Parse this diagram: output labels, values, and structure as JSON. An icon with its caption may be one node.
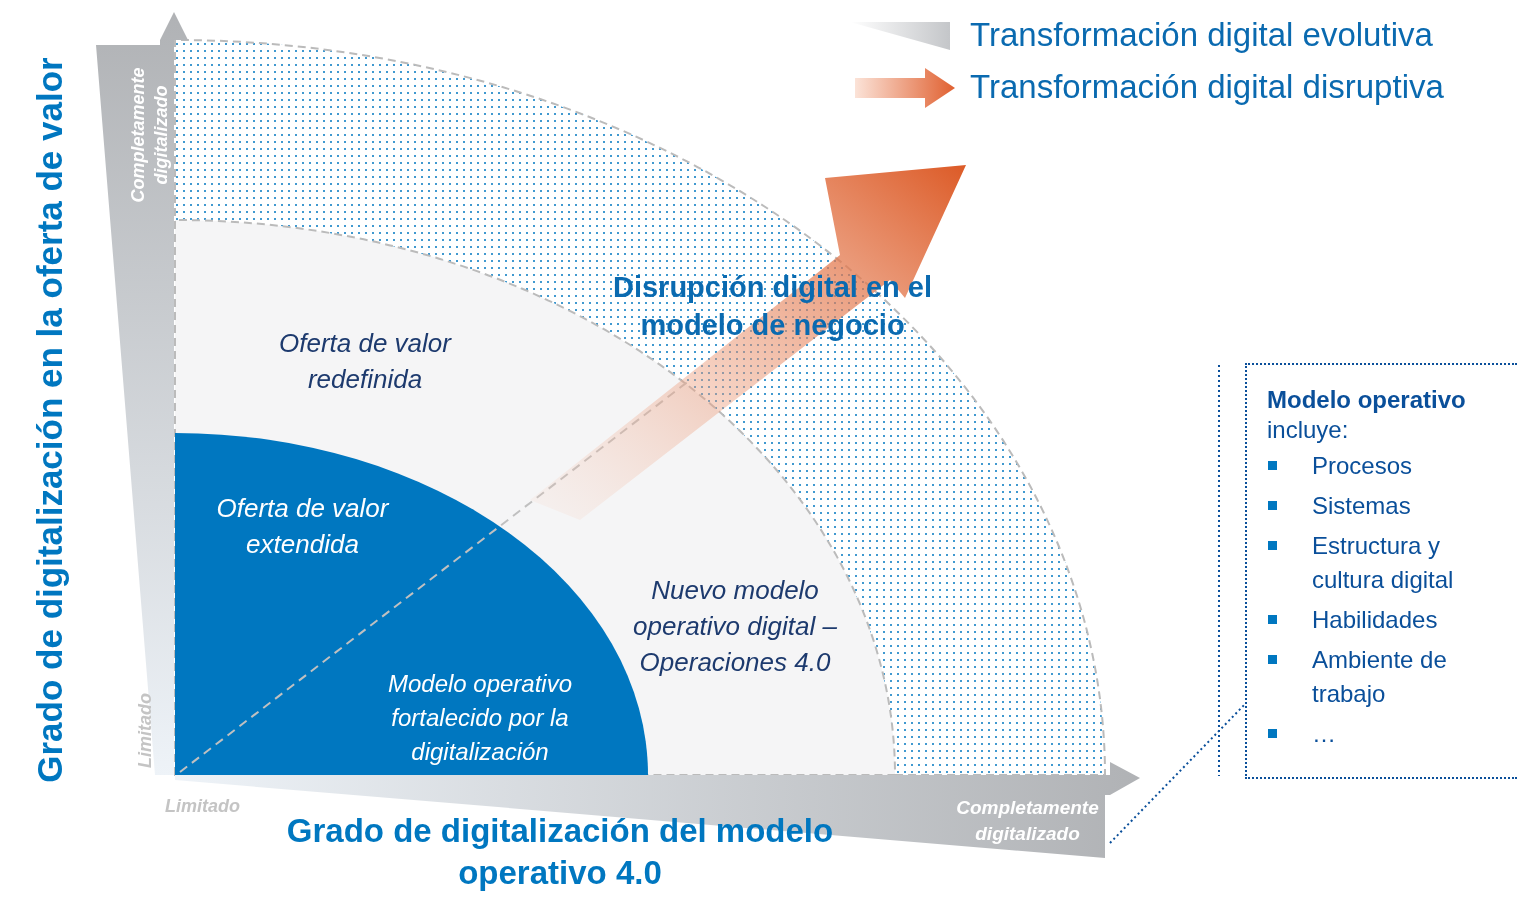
{
  "diagram": {
    "nodes": [
      {
        "text": [
          "Oferta de valor redefinida"
        ]
      },
      {
        "text": [
          "Oferta de valor extendida"
        ]
      },
      {
        "text": [
          "Modelo operativo fortalecido por la digitalización"
        ]
      },
      {
        "text": [
          "Nuevo modelo operativo digital – Operaciones 4.0"
        ]
      },
      {
        "text": [
          "Disrupción digital en el modelo de negocio"
        ]
      },
      {
        "text": [
          "**Modelo operativo** incluye:",
          "Procesos",
          "Sistemas",
          "Estructura y cultura digital",
          "Habilidades",
          "Ambiente de trabajo",
          "…"
        ]
      },
      {
        "text": [
          "Completamente digitalizado"
        ]
      }
    ],
    "edges": [
      {
        "from": 6,
        "to": 5,
        "arrow": "none",
        "style": "dashed"
      }
    ],
    "labels": [
      "Grado de digitalización en la oferta de valor",
      "Completamente digitalizado",
      "Limitado",
      "Limitado",
      "Grado de digitalización del modelo operativo 4.0"
    ],
    "legend": [
      {
        "text": "Transformación digital evolutiva"
      },
      {
        "text": "Transformación digital disruptiva"
      }
    ]
  }
}
